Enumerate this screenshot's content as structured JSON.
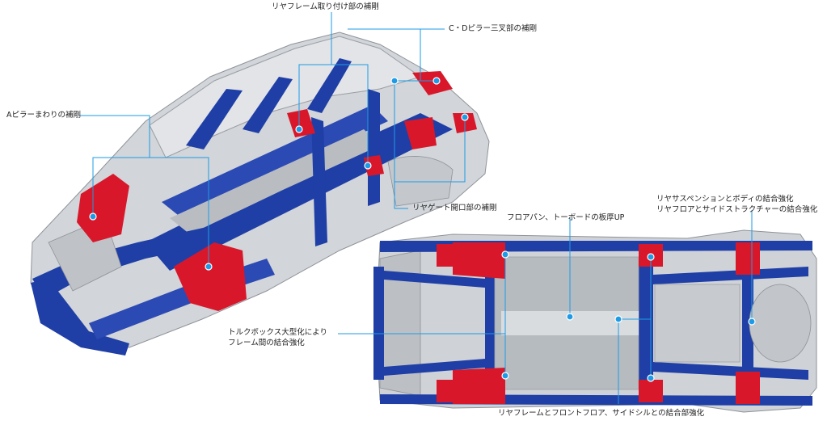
{
  "callouts": {
    "rear_frame_mount": "リヤフレーム取り付け部の補剛",
    "cd_pillar": "C・Dピラー三叉部の補剛",
    "a_pillar": "Aピラーまわりの補剛",
    "rear_gate": "リヤゲート開口部の補剛",
    "floor_pan": "フロアパン、トーボードの板厚UP",
    "rear_suspension_line1": "リヤサスペンションとボディの結合強化",
    "rear_suspension_line2": "リヤフロアとサイドストラクチャーの結合強化",
    "torque_box_line1": "トルクボックス大型化により",
    "torque_box_line2": "フレーム間の結合強化",
    "rear_frame_floor": "リヤフレームとフロントフロア、サイドシルとの結合部強化"
  },
  "colors": {
    "structure_gray": "#c9ccd0",
    "structure_dark": "#8e9398",
    "reinforced_blue": "#1f3fa6",
    "reinforced_red": "#d8182a",
    "leader_blue": "#1e9be6"
  }
}
